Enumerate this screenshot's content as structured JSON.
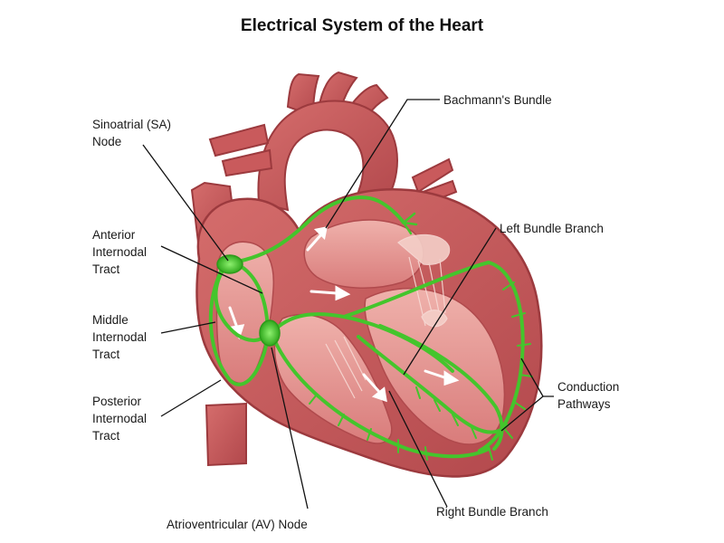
{
  "title": "Electrical System of the Heart",
  "labels": {
    "sa_node": [
      "Sinoatrial (SA)",
      "Node"
    ],
    "anterior": [
      "Anterior",
      "Internodal",
      "Tract"
    ],
    "middle": [
      "Middle",
      "Internodal",
      "Tract"
    ],
    "posterior": [
      "Posterior",
      "Internodal",
      "Tract"
    ],
    "bachmann": "Bachmann's Bundle",
    "left_bundle": "Left Bundle Branch",
    "conduction": [
      "Conduction",
      "Pathways"
    ],
    "right_bundle": "Right Bundle Branch",
    "av_node": "Atrioventricular (AV) Node"
  },
  "colors": {
    "muscle": "#c95a5c",
    "muscle_dark": "#a23c41",
    "interior": "#e49592",
    "interior_light": "#f1bcb6",
    "conduction": "#44c52c",
    "leader_line": "#111111"
  }
}
